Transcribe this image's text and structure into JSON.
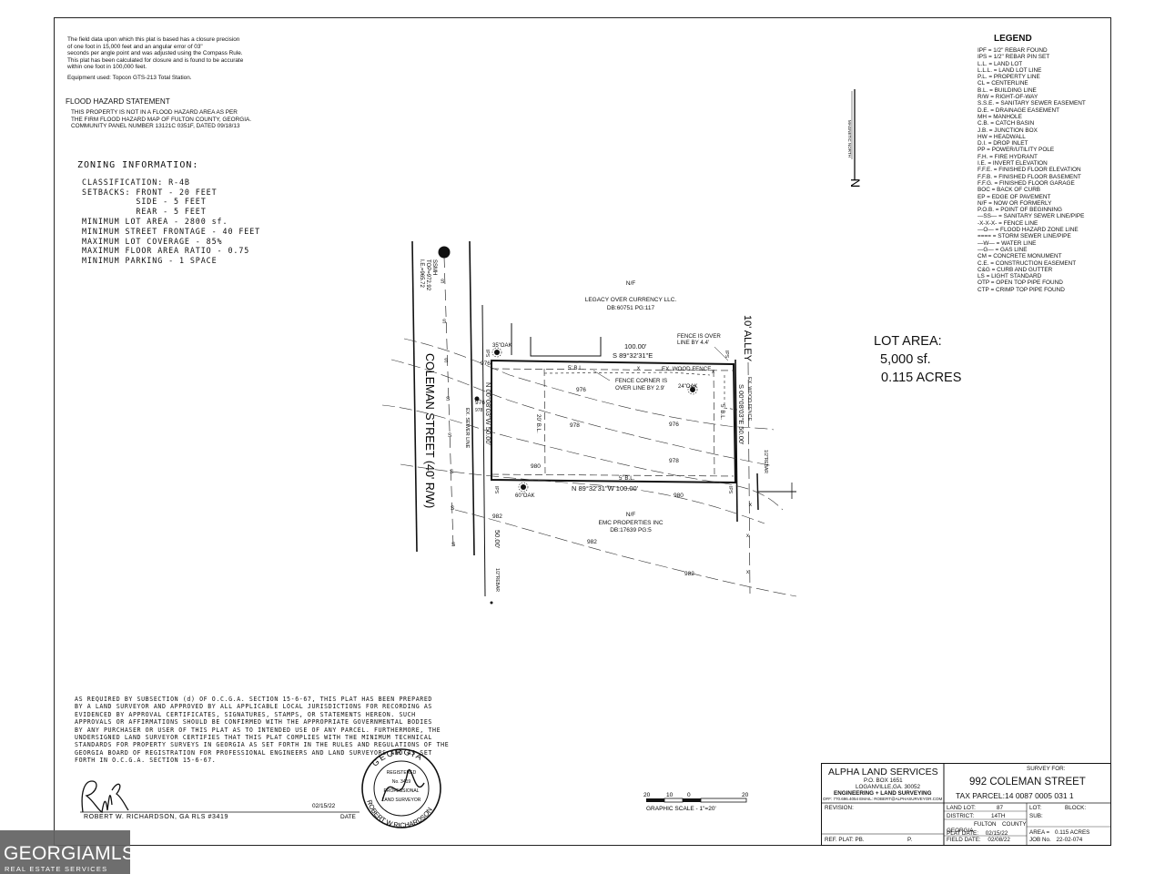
{
  "notes": {
    "closure": [
      "The field data upon which this plat is based has a closure precision",
      "of one foot in 15,000 feet and an angular error of 03\"",
      "seconds per angle point and was adjusted using the Compass Rule.",
      "This plat has been calculated for closure and is found to be accurate",
      "within one foot in 100,000 feet."
    ],
    "equipment": "Equipment used: Topcon GTS-213 Total Station.",
    "flood_title": "FLOOD HAZARD STATEMENT",
    "flood": [
      "THIS PROPERTY IS NOT IN A FLOOD HAZARD AREA AS PER",
      "THE FIRM FLOOD HAZARD MAP OF FULTON COUNTY, GEORGIA.",
      "COMMUNITY PANEL NUMBER 13121C 0351F, DATED 09/18/13"
    ]
  },
  "zoning": {
    "title": "ZONING INFORMATION:",
    "lines": [
      "CLASSIFICATION: R-4B",
      "SETBACKS: FRONT - 20 FEET",
      "          SIDE - 5 FEET",
      "          REAR - 5 FEET",
      "MINIMUM LOT AREA - 2800 sf.",
      "MINIMUM STREET FRONTAGE - 40 FEET",
      "MAXIMUM LOT COVERAGE - 85%",
      "MAXIMUM FLOOR AREA RATIO - 0.75",
      "MINIMUM PARKING - 1 SPACE"
    ]
  },
  "legend": {
    "title": "LEGEND",
    "items": [
      "IPF = 1/2\" REBAR FOUND",
      "IPS = 1/2\" REBAR PIN SET",
      "L.L. = LAND LOT",
      "L.L.L. = LAND LOT LINE",
      "P.L. = PROPERTY LINE",
      "CL = CENTERLINE",
      "B.L. = BUILDING LINE",
      "R/W = RIGHT-OF-WAY",
      "S.S.E. = SANITARY SEWER EASEMENT",
      "D.E. = DRAINAGE EASEMENT",
      "MH = MANHOLE",
      "C.B. = CATCH BASIN",
      "J.B. = JUNCTION BOX",
      "HW = HEADWALL",
      "D.I. = DROP INLET",
      "PP = POWER/UTILITY POLE",
      "F.H. = FIRE HYDRANT",
      "I.E. = INVERT ELEVATION",
      "F.F.E. = FINISHED FLOOR ELEVATION",
      "F.F.B. = FINISHED FLOOR BASEMENT",
      "F.F.G. = FINISHED FLOOR GARAGE",
      "BOC = BACK OF CURB",
      "EP = EDGE OF PAVEMENT",
      "N/F = NOW OR FORMERLY",
      "P.O.B. = POINT OF BEGINNING",
      "—SS— = SANITARY SEWER LINE/PIPE",
      "-X-X-X- = FENCE LINE",
      "—O— = FLOOD HAZARD ZONE LINE",
      "==== = STORM SEWER LINE/PIPE",
      "—W— = WATER LINE",
      "—G— = GAS LINE",
      "CM = CONCRETE MONUMENT",
      "C.E. = CONSTRUCTION EASEMENT",
      "C&G = CURB AND GUTTER",
      "LS = LIGHT STANDARD",
      "OTP = OPEN TOP PIPE FOUND",
      "CTP = CRIMP TOP PIPE FOUND"
    ]
  },
  "north": {
    "letter": "N",
    "ref": "MAGNETIC NORTH"
  },
  "lot_area": {
    "label": "LOT AREA:",
    "sf": "5,000 sf.",
    "acres": "0.115 ACRES"
  },
  "plat": {
    "street": "COLEMAN STREET (40' R/W)",
    "alley": "10' ALLEY",
    "ssmh": [
      "SSMH",
      "TOP=972.92",
      "I.E.=965.72"
    ],
    "sewer_line": "EX. SEWER LINE",
    "nf_top": [
      "N/F",
      "LEGACY OVER CURRENCY LLC.",
      "DB:60751 PG:117"
    ],
    "nf_bottom": [
      "N/F",
      "EMC PROPERTIES INC",
      "DB:17639 PG:5"
    ],
    "bearing_north": "S 89°32'31\"E",
    "dist_north": "100.00'",
    "bearing_south": "N 89°32'31\"W   100.00'",
    "bearing_west": "N 00°08'03\"W   50.00'",
    "bearing_east": "S 00°08'03\"E   50.00'",
    "dist_below": "50.00'",
    "fence_note": [
      "FENCE IS OVER",
      "LINE BY 4.4'"
    ],
    "fence_corner": [
      "FENCE CORNER IS",
      "OVER LINE BY 2.9'"
    ],
    "wood_fence": "EX. WOOD FENCE",
    "wood_fence_v": "EX. WOOD FENCE",
    "bl_5_top": "5' B.L.",
    "bl_5_bottom": "5' B.L.",
    "bl_5_side": "5' B.L.",
    "bl_20": "20' B.L.",
    "trees": [
      "35\"OAK",
      "24\"OAK",
      "60\"OAK"
    ],
    "ips": [
      "IPS",
      "IPS",
      "IPS",
      "IPS"
    ],
    "rebar": [
      "1/2\"REBAR",
      "1/2\"REBAR"
    ],
    "contours": [
      "976",
      "976",
      "976",
      "978",
      "978",
      "980",
      "980",
      "982",
      "982",
      "982",
      "976",
      "978"
    ]
  },
  "certification": [
    "AS REQUIRED BY SUBSECTION (d) OF O.C.G.A. SECTION 15-6-67, THIS PLAT HAS BEEN PREPARED",
    "BY A LAND SURVEYOR AND APPROVED BY ALL APPLICABLE LOCAL JURISDICTIONS FOR RECORDING AS",
    "EVIDENCED BY APPROVAL CERTIFICATES, SIGNATURES, STAMPS, OR STATEMENTS HEREON. SUCH",
    "APPROVALS OR AFFIRMATIONS SHOULD BE CONFIRMED WITH THE APPROPRIATE GOVERNMENTAL BODIES",
    "BY ANY PURCHASER OR USER OF THIS PLAT AS TO INTENDED USE OF ANY PARCEL. FURTHERMORE, THE",
    "UNDERSIGNED LAND SURVEYOR CERTIFIES THAT THIS PLAT COMPLIES WITH THE MINIMUM TECHNICAL",
    "STANDARDS FOR PROPERTY SURVEYS IN GEORGIA AS SET FORTH IN THE RULES AND REGULATIONS OF THE",
    "GEORGIA BOARD OF REGISTRATION FOR PROFESSIONAL ENGINEERS AND LAND SURVEYORS AND AS SET",
    "FORTH IN O.C.G.A. SECTION 15-6-67."
  ],
  "signature": {
    "initials": "RWR",
    "name": "ROBERT W. RICHARDSON, GA RLS #3419",
    "date": "02/15/22",
    "date_label": "DATE"
  },
  "seal": {
    "top": "GEORGIA",
    "bottom": "ROBERT W RICHARDSON",
    "inner": [
      "REGISTERED",
      "No. 3419",
      "PROFESSIONAL",
      "LAND SURVEYOR"
    ]
  },
  "scale": {
    "ticks": [
      "20",
      "10",
      "0",
      "20"
    ],
    "label": "GRAPHIC SCALE - 1\"=20'"
  },
  "title_block": {
    "company": "ALPHA LAND SERVICES",
    "box": "P.O. BOX 1651",
    "city": "LOGANVILLE,GA. 30052",
    "tagline": "ENGINEERING + LAND SURVEYING",
    "contact": "OFF: 770.696.4054  EMAIL: ROBERT@ALPHASURVEYOR.COM",
    "revision": "REVISION:",
    "ref_plat": "REF. PLAT: PB.",
    "ref_p": "P.",
    "survey_for": "SURVEY FOR:",
    "address": "992 COLEMAN STREET",
    "tax_parcel": "TAX PARCEL:14 0087 0005 031 1",
    "land_lot_label": "LAND LOT:",
    "land_lot": "87",
    "district_label": "DISTRICT:",
    "district": "14TH",
    "county": "FULTON",
    "county_label": "COUNTY",
    "state": "GEORGIA",
    "field_date_label": "FIELD DATE:",
    "field_date": "02/08/22",
    "plat_date_label": "PLAT DATE:",
    "plat_date": "02/15/22",
    "lot_label": "LOT:",
    "block_label": "BLOCK:",
    "sub_label": "SUB:",
    "area_label": "AREA =",
    "area": "0.115 ACRES",
    "job_label": "JOB No.",
    "job": "22-02-074"
  },
  "watermark": {
    "brand": "GEORGIAMLS",
    "sub": "REAL ESTATE SERVICES"
  }
}
